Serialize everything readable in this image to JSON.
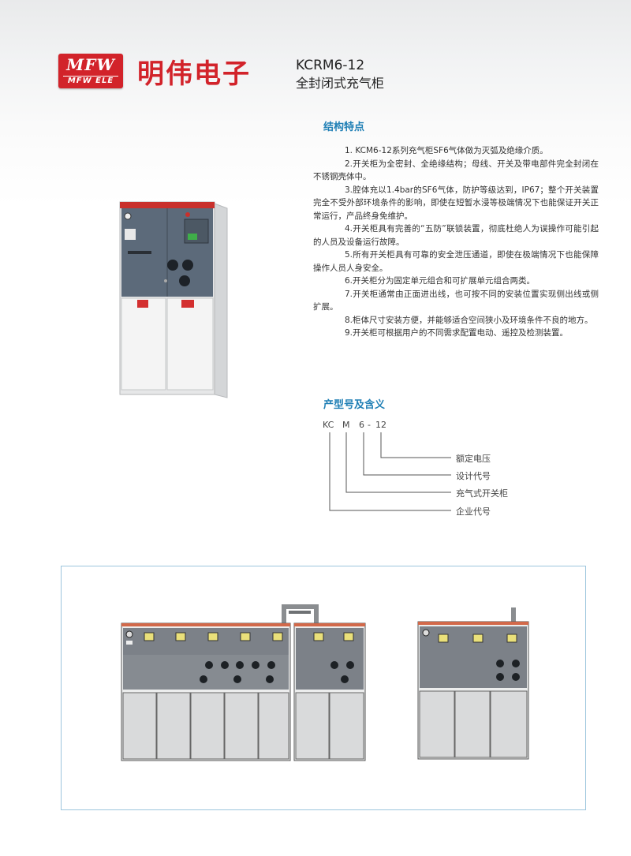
{
  "header": {
    "logo_text": "MFW",
    "logo_sub": "MFW ELE",
    "brand": "明伟电子",
    "model": "KCRM6-12",
    "model_subtitle": "全封闭式充气柜"
  },
  "features": {
    "title": "结构特点",
    "items": [
      "1. KCM6-12系列充气柜SF6气体做为灭弧及绝缘介质。",
      "2.开关柜为全密封、全绝缘结构；母线、开关及带电部件完全封闭在不锈钢壳体中。",
      "3.腔体充以1.4bar的SF6气体，防护等级达到，IP67；整个开关装置完全不受外部环境条件的影响，即使在短暂水浸等极端情况下也能保证开关正常运行，产品终身免维护。",
      "4.开关柜具有完善的“五防”联锁装置，彻底杜绝人为误操作可能引起的人员及设备运行故障。",
      "5.所有开关柜具有可靠的安全泄压通道，即使在极端情况下也能保障操作人员人身安全。",
      "6.开关柜分为固定单元组合和可扩展单元组合两类。",
      "7.开关柜通常由正面进出线，也可按不同的安装位置实现侧出线或侧扩展。",
      "8.柜体尺寸安装方便，并能够适合空间狭小及环境条件不良的地方。",
      "9.开关柜可根据用户的不同需求配置电动、遥控及检测装置。"
    ]
  },
  "model_meaning": {
    "title": "产型号及含义",
    "code_parts": [
      "KC",
      "M",
      "6",
      "-",
      "12"
    ],
    "definitions": [
      "额定电压",
      "设计代号",
      "充气式开关柜",
      "企业代号"
    ]
  },
  "colors": {
    "brand_red": "#d2232a",
    "title_blue": "#1f7fb5",
    "frame_border": "#9cc5dd",
    "cabinet_panel": "#5c6a7a"
  },
  "icons": [
    "mfw-logo",
    "switchgear-cabinet-photo",
    "switchgear-lineup-drawing",
    "switchgear-unit-drawing"
  ]
}
